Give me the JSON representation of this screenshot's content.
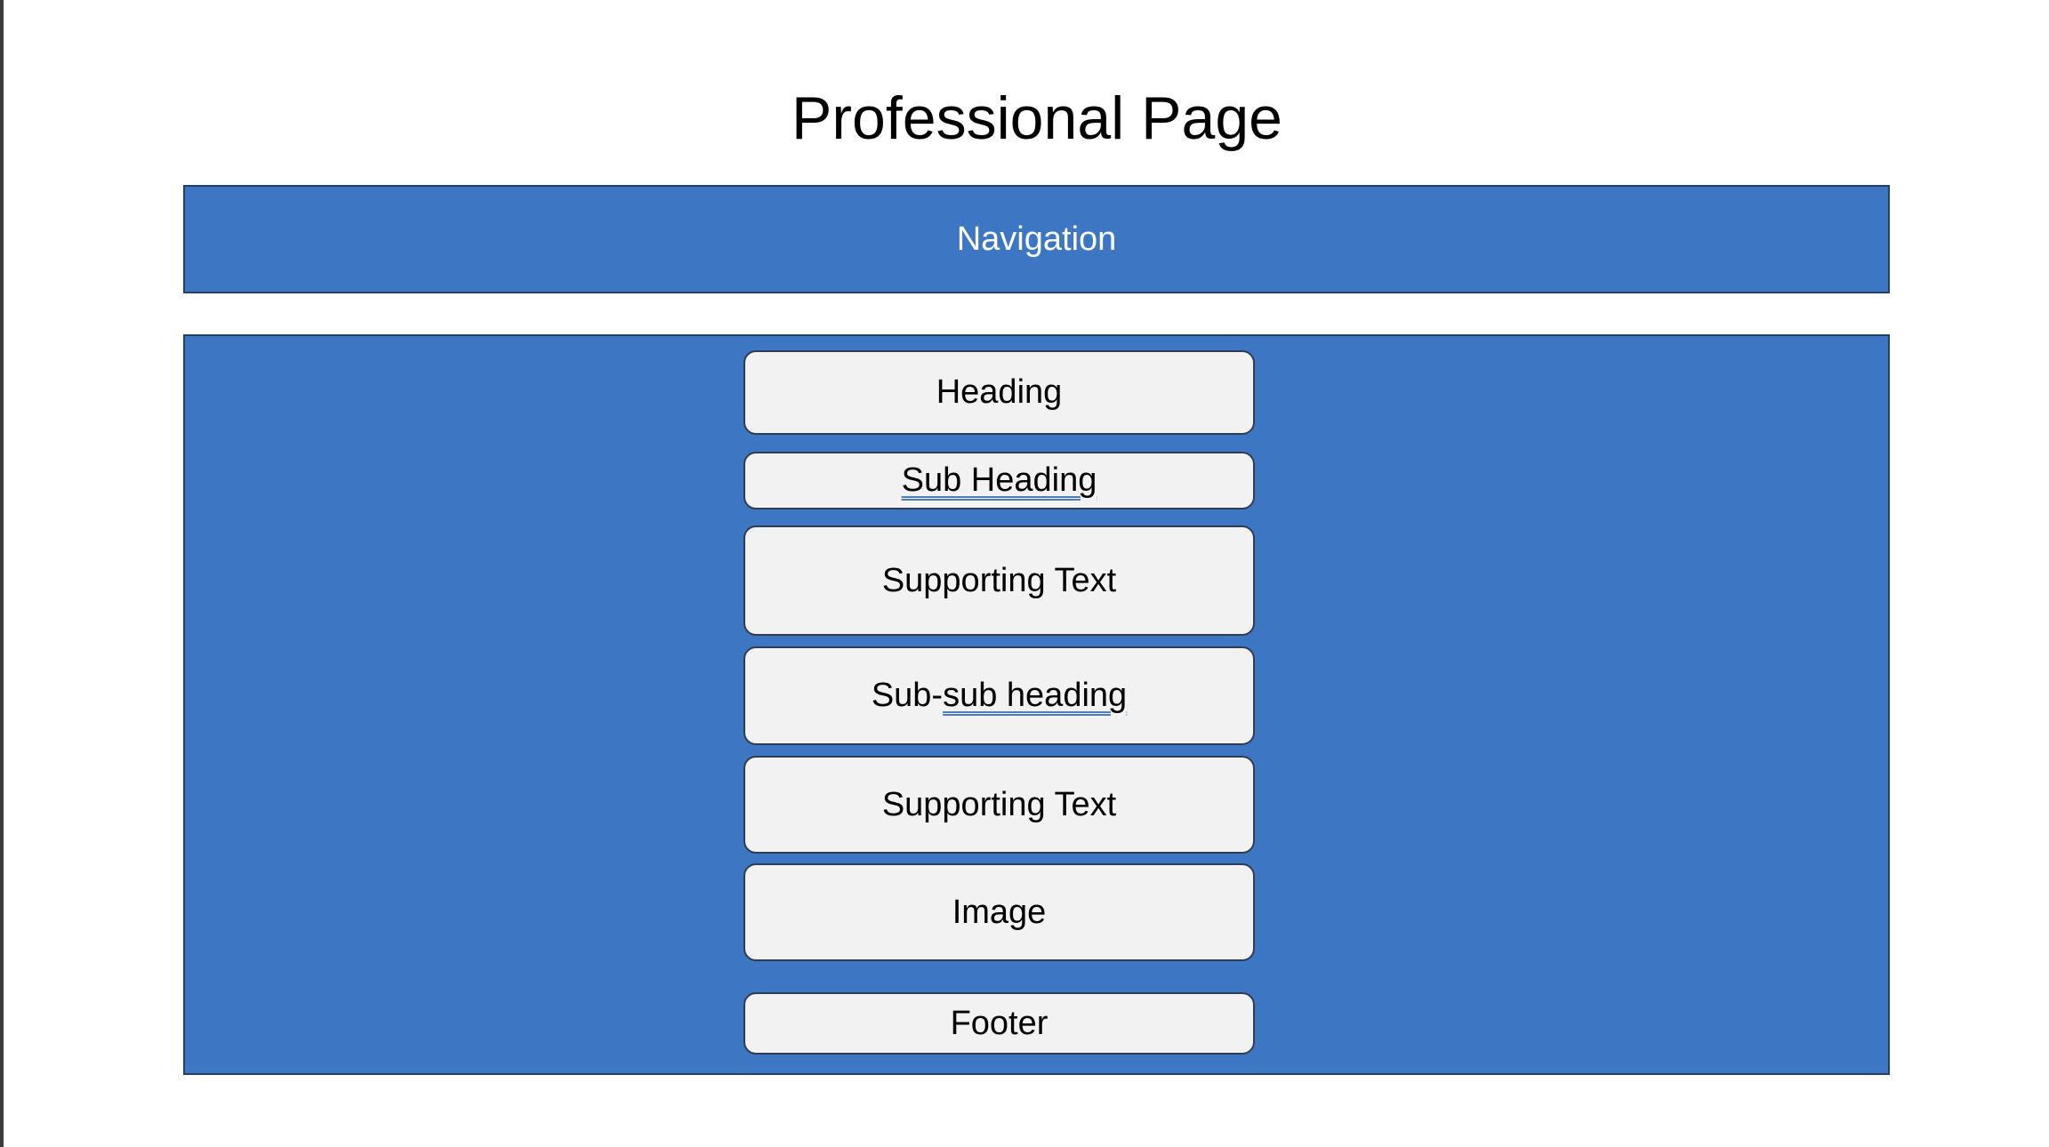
{
  "title": "Professional Page",
  "navigation": {
    "label": "Navigation"
  },
  "content": {
    "heading": "Heading",
    "sub_heading": "Sub Heading",
    "supporting_text_1": "Supporting Text",
    "sub_sub_heading": {
      "prefix": "Sub-",
      "rest": "sub heading"
    },
    "supporting_text_2": "Supporting Text",
    "image": "Image",
    "footer": "Footer"
  },
  "colors": {
    "panel_blue": "#3d77c3",
    "panel_border": "#22406b",
    "block_fill": "#f2f2f2",
    "spellcheck_underline": "#4a7ec0"
  }
}
